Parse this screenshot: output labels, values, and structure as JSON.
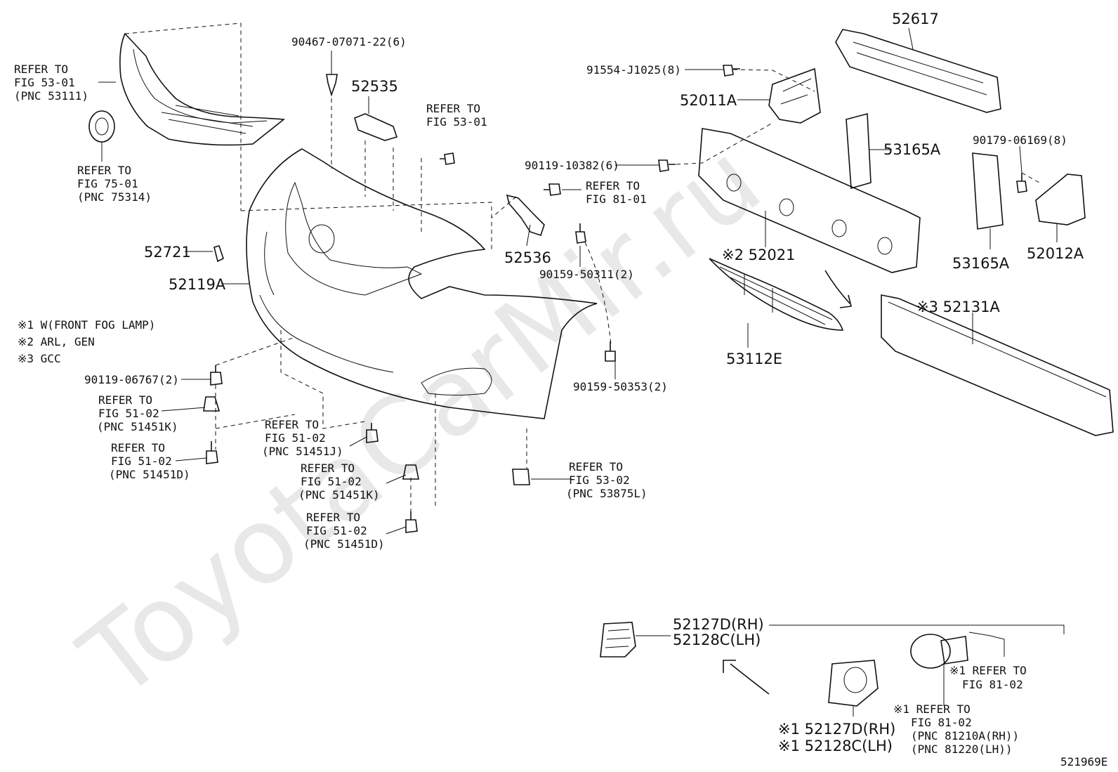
{
  "watermark": "ToyotaCarMir.ru",
  "diagram_id": "521969E",
  "notes": [
    "※1 W(FRONT FOG LAMP)",
    "※2 ARL, GEN",
    "※3 GCC"
  ],
  "labels": {
    "refer_5301_grille": [
      "REFER TO",
      "FIG 53-01",
      "(PNC 53111)"
    ],
    "refer_7501": [
      "REFER TO",
      "FIG 75-01",
      "(PNC 75314)"
    ],
    "p90467": "90467-07071-22(6)",
    "p52535": "52535",
    "refer_5301_b": [
      "REFER TO",
      "FIG 53-01"
    ],
    "p52721": "52721",
    "p52119A": "52119A",
    "p90119_06767": "90119-06767(2)",
    "refer_5102_k1": [
      "REFER TO",
      "FIG 51-02",
      "(PNC 51451K)"
    ],
    "refer_5102_d1": [
      "REFER TO",
      "FIG 51-02",
      "(PNC 51451D)"
    ],
    "refer_5102_j": [
      "REFER TO",
      "FIG 51-02",
      "(PNC 51451J)"
    ],
    "refer_5102_k2": [
      "REFER TO",
      "FIG 51-02",
      "(PNC 51451K)"
    ],
    "refer_5102_d2": [
      "REFER TO",
      "FIG 51-02",
      "(PNC 51451D)"
    ],
    "refer_5302": [
      "REFER TO",
      "FIG 53-02",
      "(PNC 53875L)"
    ],
    "p90119_10382": "90119-10382(6)",
    "refer_8101": [
      "REFER TO",
      "FIG 81-01"
    ],
    "p52536": "52536",
    "p90159_50311": "90159-50311(2)",
    "p90159_50353": "90159-50353(2)",
    "p91554": "91554-J1025(8)",
    "p52617": "52617",
    "p52011A": "52011A",
    "p53165A_a": "53165A",
    "p90179": "90179-06169(8)",
    "p52021": "※2 52021",
    "p53165A_b": "53165A",
    "p52012A": "52012A",
    "p52131A": "※3 52131A",
    "p53112E": "53112E",
    "p52127D_top": "52127D(RH)",
    "p52128C_top": "52128C(LH)",
    "refer_8102_a": [
      "※1 REFER TO",
      "FIG 81-02"
    ],
    "refer_8102_b": [
      "※1 REFER TO",
      "FIG 81-02",
      "(PNC 81210A(RH))",
      "(PNC 81220(LH))"
    ],
    "p52127D_bot": "※1 52127D(RH)",
    "p52128C_bot": "※1 52128C(LH)"
  }
}
